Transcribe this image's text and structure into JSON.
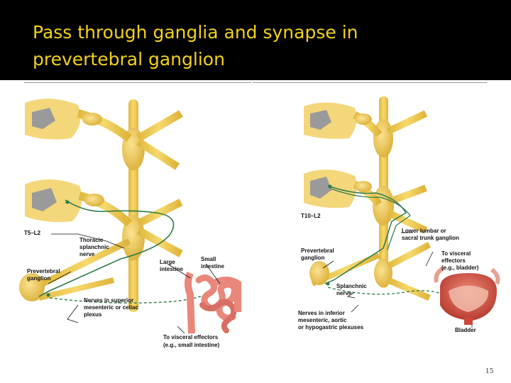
{
  "slide": {
    "title_line1": "Pass through ganglia and synapse in",
    "title_line2": "prevertebral ganglion",
    "page_number": "15"
  },
  "left_diagram": {
    "segment": "T5–L2",
    "thoracic_splanchnic_nerve": [
      "Thoracic",
      "splanchnic",
      "nerve"
    ],
    "prevertebral_ganglion": [
      "Prevertebral",
      "ganglion"
    ],
    "large_intestine": [
      "Large",
      "intestine"
    ],
    "small_intestine": [
      "Small",
      "intestine"
    ],
    "nerves_superior": [
      "Nerves in superior",
      "mesenteric or celiac",
      "plexus"
    ],
    "visceral_effectors": [
      "To visceral effectors",
      "(e.g., small intestine)"
    ]
  },
  "right_diagram": {
    "segment": "T10–L2",
    "lower_lumbar": [
      "Lower lumbar or",
      "sacral trunk ganglion"
    ],
    "prevertebral_ganglion": [
      "Prevertebral",
      "ganglion"
    ],
    "visceral_effectors": [
      "To visceral",
      "effectors",
      "(e.g., bladder)"
    ],
    "splanchnic_nerve": [
      "Splanchnic",
      "nerve"
    ],
    "nerves_inferior": [
      "Nerves in inferior",
      "mesenteric, aortic",
      "or hypogastric plexuses"
    ],
    "bladder": "Bladder"
  },
  "colors": {
    "nerve_yellow": "#f3cf5c",
    "preganglionic_green": "#2f7a4a",
    "intestine_pink": "#e8877a",
    "bladder_red": "#d9564a"
  }
}
